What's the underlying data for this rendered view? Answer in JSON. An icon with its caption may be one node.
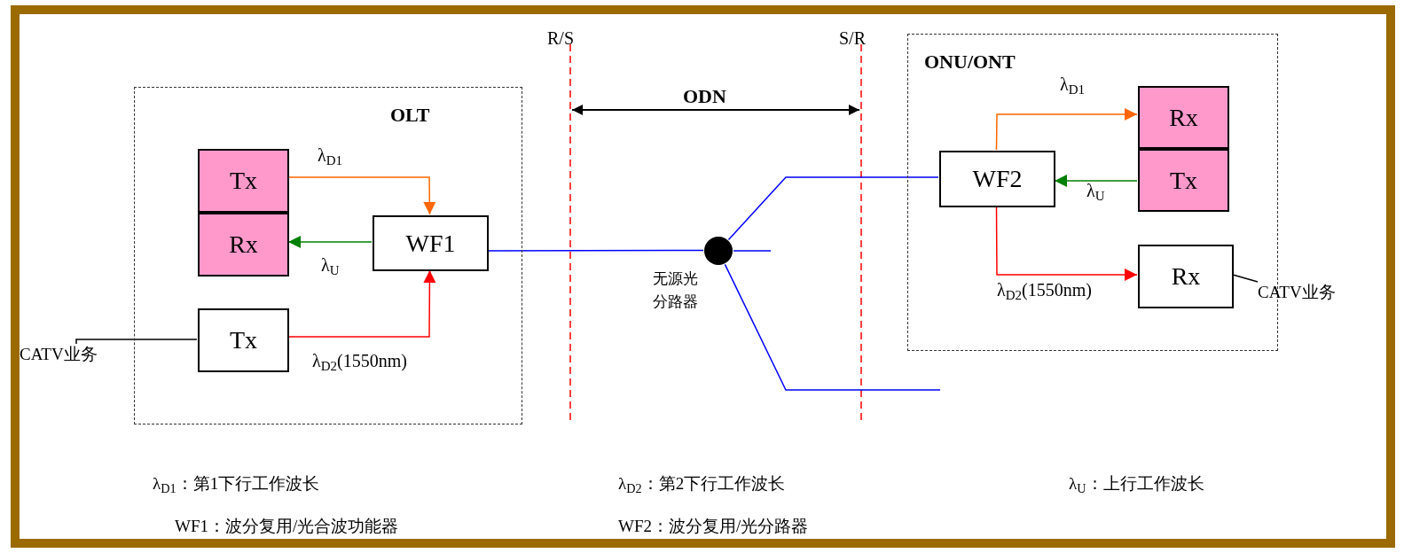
{
  "diagram": {
    "nodes": [
      {
        "text": [
          "OLT"
        ]
      },
      {
        "text": [
          "Tx"
        ],
        "in": 0
      },
      {
        "text": [
          "Rx"
        ],
        "in": 0
      },
      {
        "text": [
          "WF1"
        ],
        "in": 0
      },
      {
        "text": [
          "Tx"
        ],
        "in": 0
      },
      {
        "text": [
          "CATV业务"
        ]
      },
      {
        "text": [],
        "shape": "circle",
        "beside": [
          "无源光分路器"
        ]
      },
      {
        "text": [
          "ONU/ONT"
        ]
      },
      {
        "text": [
          "Rx"
        ],
        "in": 7
      },
      {
        "text": [
          "Tx"
        ],
        "in": 7
      },
      {
        "text": [
          "WF2"
        ],
        "in": 7
      },
      {
        "text": [
          "Rx"
        ],
        "in": 7
      },
      {
        "text": [
          "CATV业务"
        ]
      }
    ],
    "edges": [
      {
        "from": 1,
        "to": 3,
        "arrow": "to",
        "label": "λ$_{D1}$",
        "color": "#ff6600"
      },
      {
        "from": 3,
        "to": 2,
        "arrow": "to",
        "label": "λ$_{U}$",
        "color": "#008000"
      },
      {
        "from": 4,
        "to": 3,
        "arrow": "to",
        "label": "λ$_{D2}$(1550nm)",
        "color": "#ff0000"
      },
      {
        "from": 5,
        "to": 4,
        "arrow": "none",
        "color": "#000000"
      },
      {
        "from": 3,
        "to": 6,
        "arrow": "none",
        "color": "#0000ff"
      },
      {
        "from": 6,
        "to": 10,
        "arrow": "none",
        "color": "#0000ff"
      },
      {
        "from": 6,
        "to": null,
        "arrow": "none",
        "color": "#0000ff"
      },
      {
        "from": 6,
        "to": null,
        "arrow": "none",
        "color": "#0000ff"
      },
      {
        "from": 10,
        "to": 8,
        "arrow": "to",
        "label": "λ$_{D1}$",
        "color": "#ff6600"
      },
      {
        "from": 9,
        "to": 10,
        "arrow": "to",
        "label": "λ$_{U}$",
        "color": "#008000"
      },
      {
        "from": 10,
        "to": 11,
        "arrow": "to",
        "label": "λ$_{D2}$(1550nm)",
        "color": "#ff0000"
      },
      {
        "from": 11,
        "to": 12,
        "arrow": "none",
        "color": "#000000"
      }
    ],
    "labels": [
      "R/S",
      "S/R",
      "ODN",
      "λ$_{D1}$：第1下行工作波长",
      "λ$_{D2}$：第2下行工作波长",
      "λ$_{U}$：上行工作波长",
      "WF1：波分复用/光合波功能器",
      "WF2：波分复用/光分路器"
    ]
  }
}
